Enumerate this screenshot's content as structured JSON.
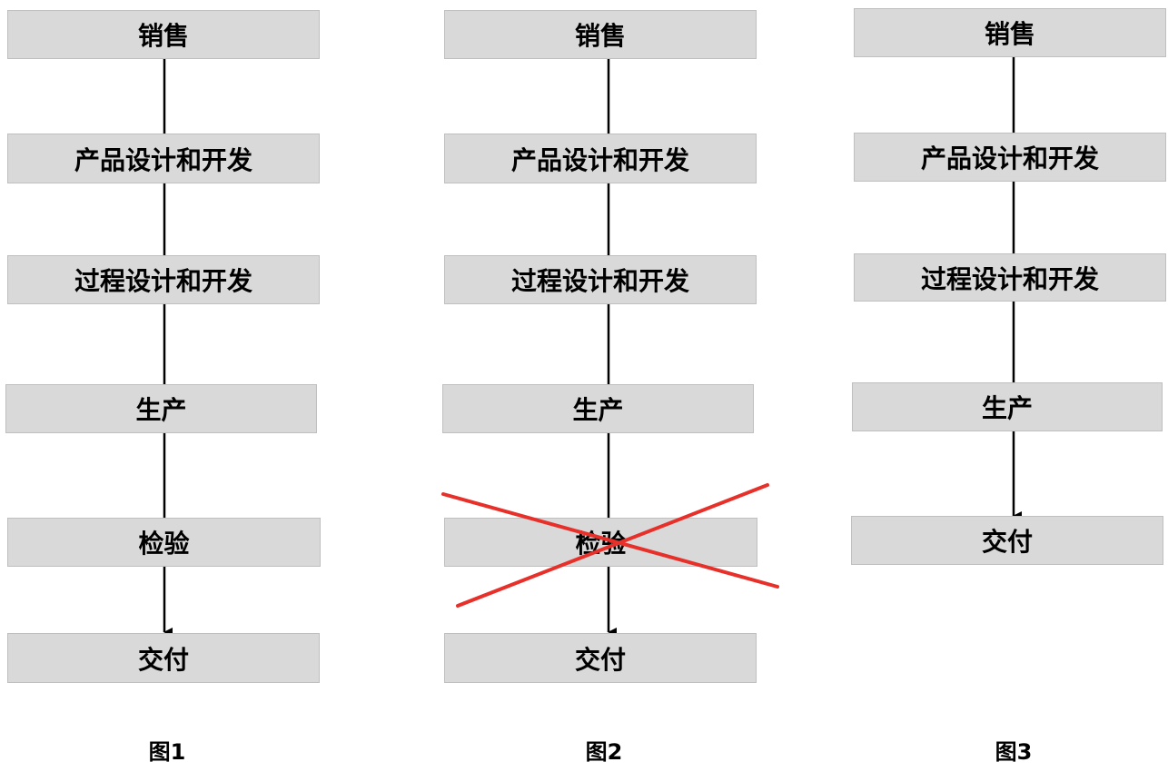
{
  "diagrams": [
    {
      "caption": "图1",
      "steps": [
        "销售",
        "产品设计和开发",
        "过程设计和开发",
        "生产",
        "检验",
        "交付"
      ]
    },
    {
      "caption": "图2",
      "steps": [
        "销售",
        "产品设计和开发",
        "过程设计和开发",
        "生产",
        "检验",
        "交付"
      ],
      "crossed_out_step": "检验",
      "cross_color": "#e8302a"
    },
    {
      "caption": "图3",
      "steps": [
        "销售",
        "产品设计和开发",
        "过程设计和开发",
        "生产",
        "交付"
      ]
    }
  ],
  "colors": {
    "box_fill": "#d9d9d9",
    "box_border": "#bfbfbf",
    "connector": "#000000"
  }
}
